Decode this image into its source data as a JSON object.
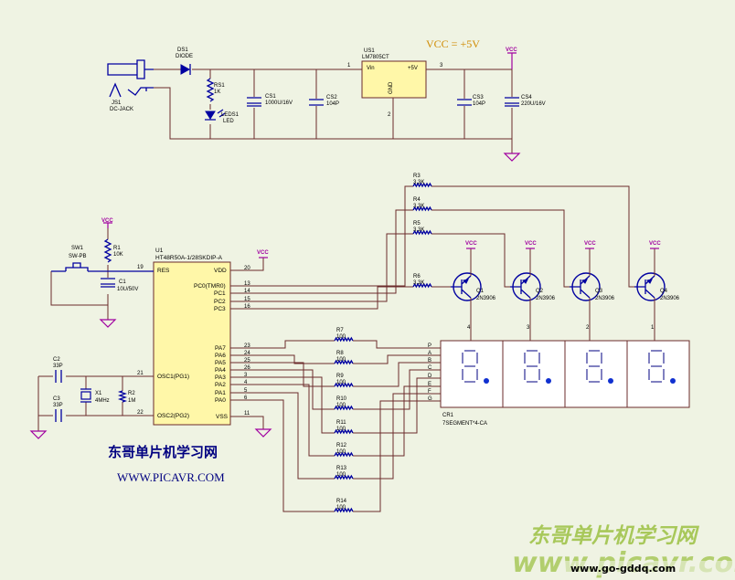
{
  "title_supply": "VCC = +5V",
  "vcc": "VCC",
  "brand_cn": "东哥单片机学习网",
  "brand_url": "WWW.PICAVR.COM",
  "watermark_cn": "东哥单片机学习网",
  "watermark_url": "www.picavr.com",
  "watermark_small": "www.go-gddq.com",
  "power": {
    "ds1_ref": "DS1",
    "ds1_val": "DIODE",
    "js1_ref": "JS1",
    "js1_val": "DC-JACK",
    "rs1_ref": "RS1",
    "rs1_val": "1K",
    "leds1_ref": "LEDS1",
    "leds1_val": "LED",
    "cs1_ref": "CS1",
    "cs1_val": "1000U/16V",
    "cs2_ref": "CS2",
    "cs2_val": "104P",
    "us1_ref": "US1",
    "us1_val": "LM7805CT",
    "us1_vin": "Vin",
    "us1_out": "+5V",
    "us1_gnd": "GND",
    "us1_p1": "1",
    "us1_p2": "2",
    "us1_p3": "3",
    "cs3_ref": "CS3",
    "cs3_val": "104P",
    "cs4_ref": "CS4",
    "cs4_val": "220U/16V"
  },
  "mcu": {
    "ref": "U1",
    "part": "HT48R50A-1/28SKDIP-A",
    "left_pins": [
      {
        "name": "RES",
        "num": "19"
      },
      {
        "name": "OSC1(PG1)",
        "num": "21"
      },
      {
        "name": "OSC2(PG2)",
        "num": "22"
      }
    ],
    "right_top": [
      {
        "name": "VDD",
        "num": "20"
      },
      {
        "name": "PC0(TMR0)",
        "num": "13"
      },
      {
        "name": "PC1",
        "num": "14"
      },
      {
        "name": "PC2",
        "num": "15"
      },
      {
        "name": "PC3",
        "num": "16"
      }
    ],
    "right_bottom": [
      {
        "name": "PA7",
        "num": "23"
      },
      {
        "name": "PA6",
        "num": "24"
      },
      {
        "name": "PA5",
        "num": "25"
      },
      {
        "name": "PA4",
        "num": "26"
      },
      {
        "name": "PA3",
        "num": "3"
      },
      {
        "name": "PA2",
        "num": "4"
      },
      {
        "name": "PA1",
        "num": "5"
      },
      {
        "name": "PA0",
        "num": "6"
      }
    ],
    "vss": {
      "name": "VSS",
      "num": "11"
    }
  },
  "reset": {
    "sw_ref": "SW1",
    "sw_val": "SW-PB",
    "r1_ref": "R1",
    "r1_val": "10K",
    "c1_ref": "C1",
    "c1_val": "10U/50V"
  },
  "osc": {
    "c2_ref": "C2",
    "c2_val": "33P",
    "c3_ref": "C3",
    "c3_val": "33P",
    "x1_ref": "X1",
    "x1_val": "4MHz",
    "r2_ref": "R2",
    "r2_val": "1M"
  },
  "base_resistors": [
    {
      "ref": "R3",
      "val": "3.3K"
    },
    {
      "ref": "R4",
      "val": "3.3K"
    },
    {
      "ref": "R5",
      "val": "3.3K"
    },
    {
      "ref": "R6",
      "val": "3.3K"
    }
  ],
  "transistors": [
    {
      "ref": "Q1",
      "val": "2N3906",
      "pin": "4"
    },
    {
      "ref": "Q2",
      "val": "2N3906",
      "pin": "3"
    },
    {
      "ref": "Q3",
      "val": "2N3906",
      "pin": "2"
    },
    {
      "ref": "Q4",
      "val": "2N3906",
      "pin": "1"
    }
  ],
  "seg_resistors": [
    {
      "ref": "R7",
      "val": "100"
    },
    {
      "ref": "R8",
      "val": "100"
    },
    {
      "ref": "R9",
      "val": "100"
    },
    {
      "ref": "R10",
      "val": "100"
    },
    {
      "ref": "R11",
      "val": "100"
    },
    {
      "ref": "R12",
      "val": "100"
    },
    {
      "ref": "R13",
      "val": "100"
    },
    {
      "ref": "R14",
      "val": "100"
    }
  ],
  "display": {
    "ref": "CR1",
    "part": "7SEGMENT*4-CA",
    "segments": [
      "P",
      "A",
      "B",
      "C",
      "D",
      "E",
      "F",
      "G"
    ]
  }
}
